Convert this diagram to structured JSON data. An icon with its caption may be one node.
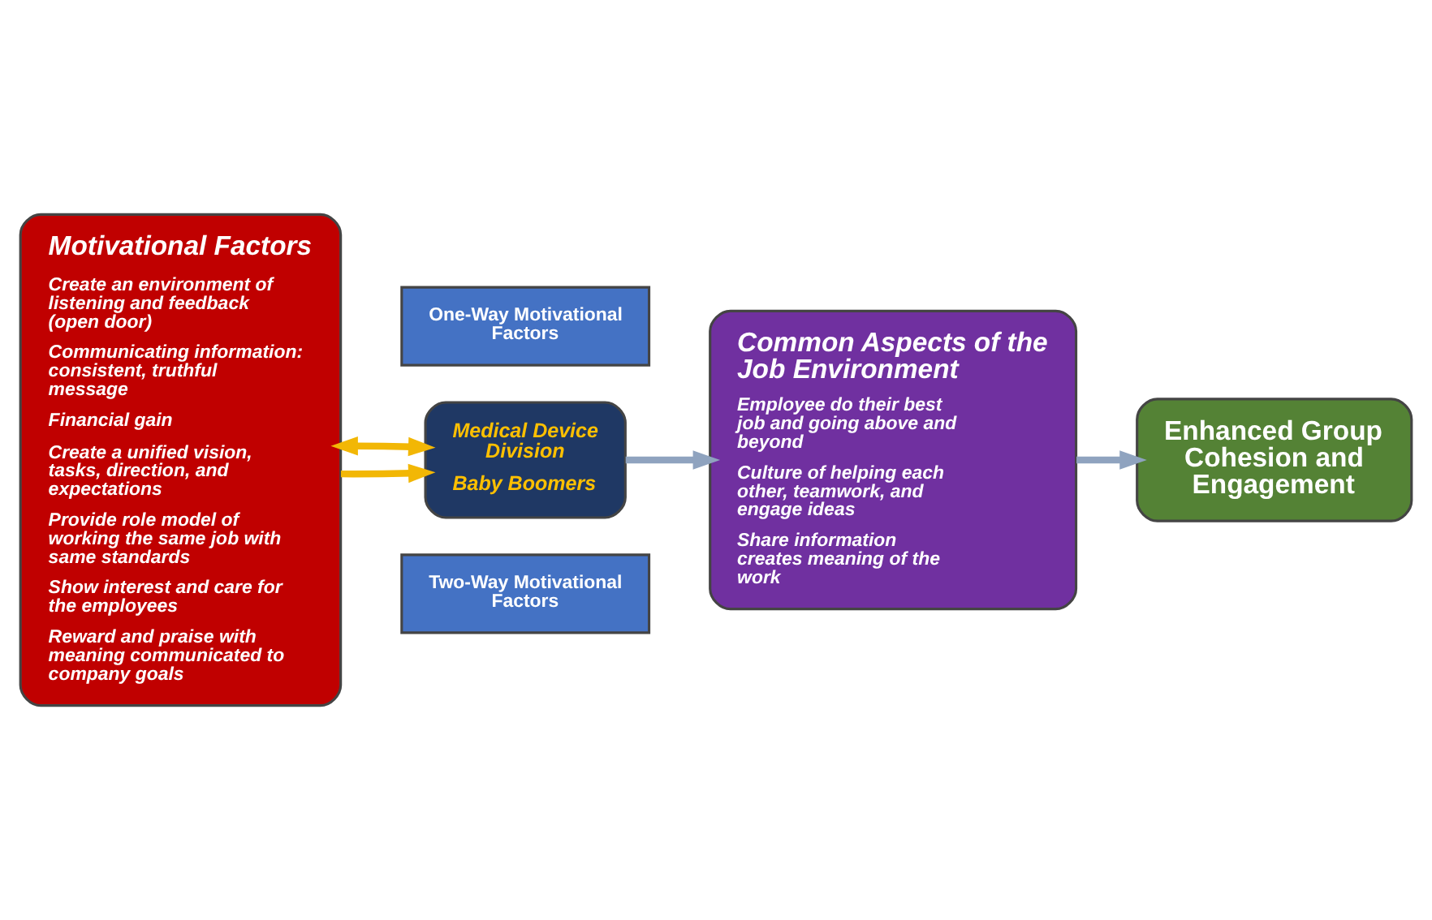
{
  "diagram": {
    "nodes": [
      {
        "text": [
          "Motivational Factors",
          "Create an environment of listening and feedback (open door)",
          "Communicating information: consistent, truthful message",
          "Financial gain",
          "Create a unified vision, tasks, direction, and expectations",
          "Provide role model of working the same job with same standards",
          "Show interest and care for the employees",
          "Reward and praise with meaning communicated to company goals"
        ]
      },
      {
        "text": [
          "One-Way Motivational Factors"
        ]
      },
      {
        "text": [
          "Medical Device Division",
          "Baby Boomers"
        ]
      },
      {
        "text": [
          "Common Aspects of the Job Environment",
          "Employee do their best job and going above and beyond",
          "Culture of helping each other, teamwork, and engage ideas",
          "Share information creates meaning of the work"
        ]
      },
      {
        "text": [
          "Enhanced Group Cohesion and Engagement"
        ]
      },
      {
        "text": [
          "Two-Way Motivational Factors"
        ]
      }
    ],
    "edges": [
      {
        "from": 0,
        "to": 2,
        "arrow": "to",
        "color": "#f2b705"
      },
      {
        "from": 2,
        "to": 0,
        "arrow": "both",
        "color": "#f2b705"
      },
      {
        "from": 2,
        "to": 3,
        "arrow": "to",
        "color": "#8fa3bf"
      },
      {
        "from": 3,
        "to": 4,
        "arrow": "to",
        "color": "#8fa3bf"
      }
    ]
  }
}
